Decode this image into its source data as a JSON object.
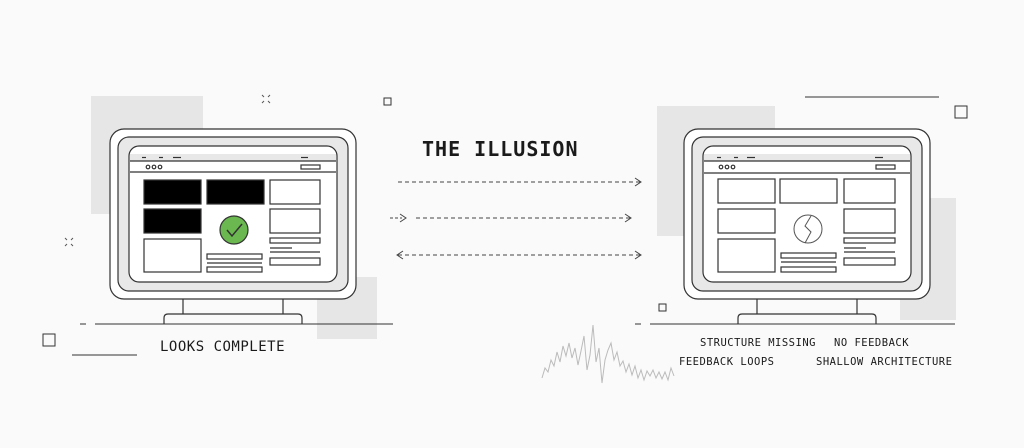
{
  "title": "THE ILLUSION",
  "left_panel": {
    "caption": "LOOKS COMPLETE",
    "status_icon": "check-circle-icon",
    "accent_color": "#6ab84f"
  },
  "right_panel": {
    "status_icon": "broken-circle-icon",
    "tags": [
      "STRUCTURE MISSING",
      "NO FEEDBACK",
      "FEEDBACK LOOPS",
      "SHALLOW ARCHITECTURE"
    ]
  },
  "arrows": [
    {
      "type": "forward"
    },
    {
      "type": "forward-with-prefix"
    },
    {
      "type": "bidirectional"
    }
  ],
  "colors": {
    "background": "#fafafa",
    "line": "#333333",
    "panel_gray": "#e6e6e6",
    "accent_green": "#6ab84f"
  }
}
